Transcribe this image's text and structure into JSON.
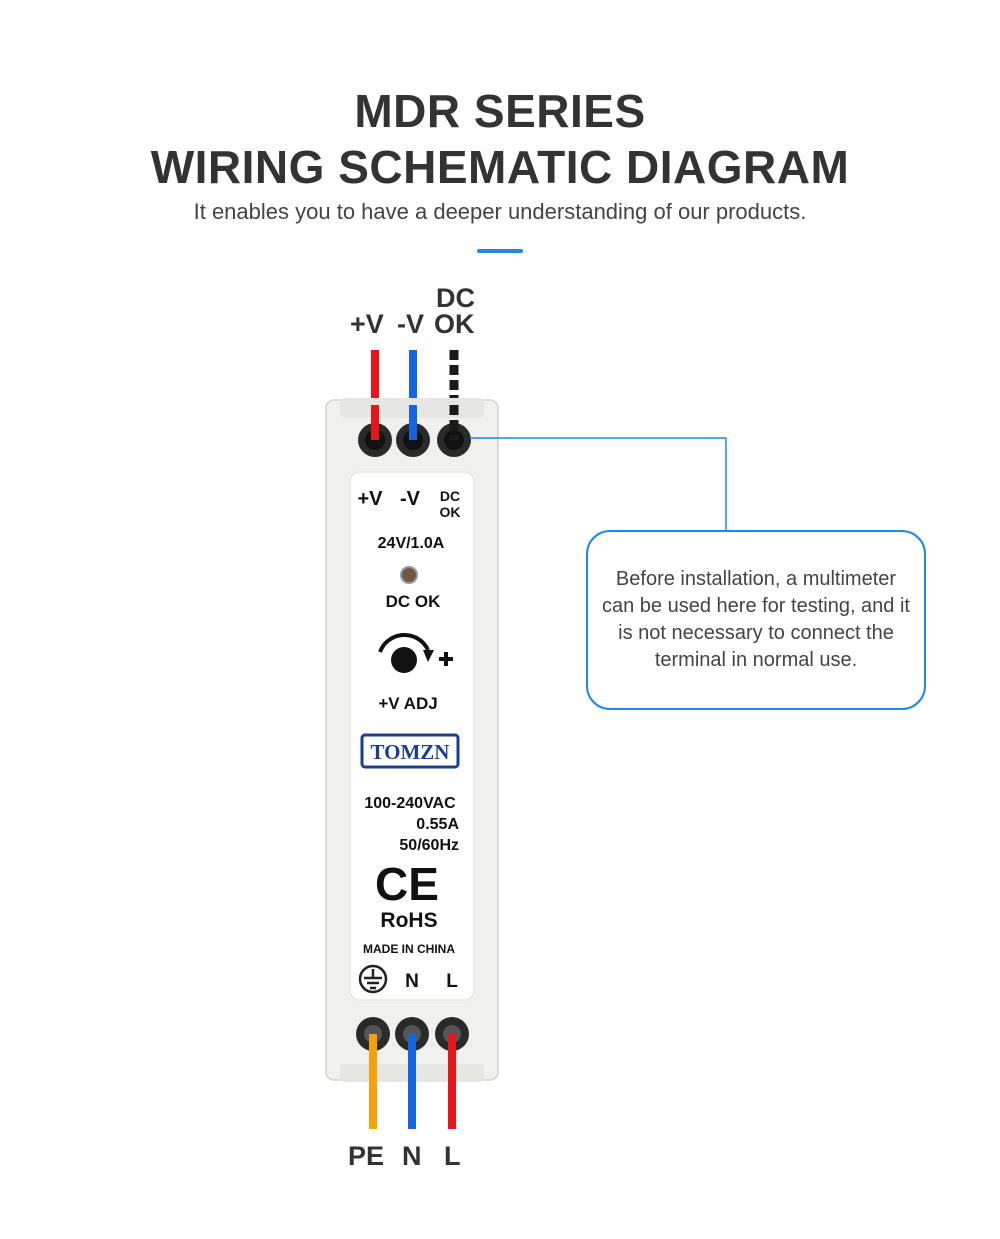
{
  "header": {
    "title_line1": "MDR SERIES",
    "title_line2": "WIRING SCHEMATIC DIAGRAM",
    "subtitle": "It enables you to have a deeper understanding of our products."
  },
  "top_wires": {
    "pos_label": "+V",
    "neg_label": "-V",
    "dcok_label_line1": "DC",
    "dcok_label_line2": "OK"
  },
  "bottom_wires": {
    "pe_label": "PE",
    "n_label": "N",
    "l_label": "L"
  },
  "device": {
    "top_terminals": {
      "pos": "+V",
      "neg": "-V",
      "dcok_line1": "DC",
      "dcok_line2": "OK"
    },
    "rating": "24V/1.0A",
    "led_label": "DC OK",
    "adj_label": "+V ADJ",
    "brand": "TOMZN",
    "input_voltage": "100-240VAC",
    "input_current": "0.55A",
    "input_freq": "50/60Hz",
    "ce_mark": "CE",
    "rohs": "RoHS",
    "origin": "MADE IN CHINA",
    "bottom_terminals": {
      "n": "N",
      "l": "L"
    }
  },
  "callout": {
    "text": "Before installation, a multimeter can be used here for testing, and it is not necessary to connect the terminal in normal use."
  },
  "colors": {
    "positive_wire": "#e8141c",
    "negative_wire": "#1565e0",
    "dcok_wire": "#1a1a1a",
    "pe_wire": "#f5a10d",
    "accent": "#1e88e5",
    "brand_blue": "#1b3f8f"
  }
}
